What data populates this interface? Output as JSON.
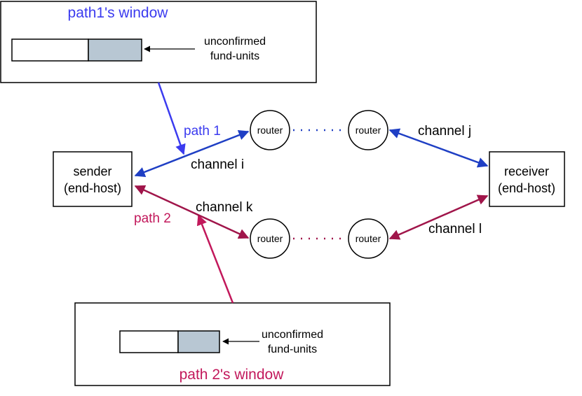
{
  "windows": {
    "path1": {
      "title": "path1's window",
      "note_line1": "unconfirmed",
      "note_line2": "fund-units"
    },
    "path2": {
      "title": "path 2's window",
      "note_line1": "unconfirmed",
      "note_line2": "fund-units"
    }
  },
  "nodes": {
    "sender": {
      "line1": "sender",
      "line2": "(end-host)"
    },
    "receiver": {
      "line1": "receiver",
      "line2": "(end-host)"
    },
    "router_label": "router"
  },
  "paths": {
    "path1_label": "path 1",
    "path2_label": "path 2"
  },
  "channels": {
    "i": "channel i",
    "j": "channel j",
    "k": "channel k",
    "l": "channel l"
  },
  "colors": {
    "path1": "#3b3bef",
    "path1_line": "#1f3fc4",
    "path2": "#c2185b",
    "path2_line": "#a0154a",
    "unconfirmed_fill": "#b8c7d3",
    "border": "#000000"
  }
}
